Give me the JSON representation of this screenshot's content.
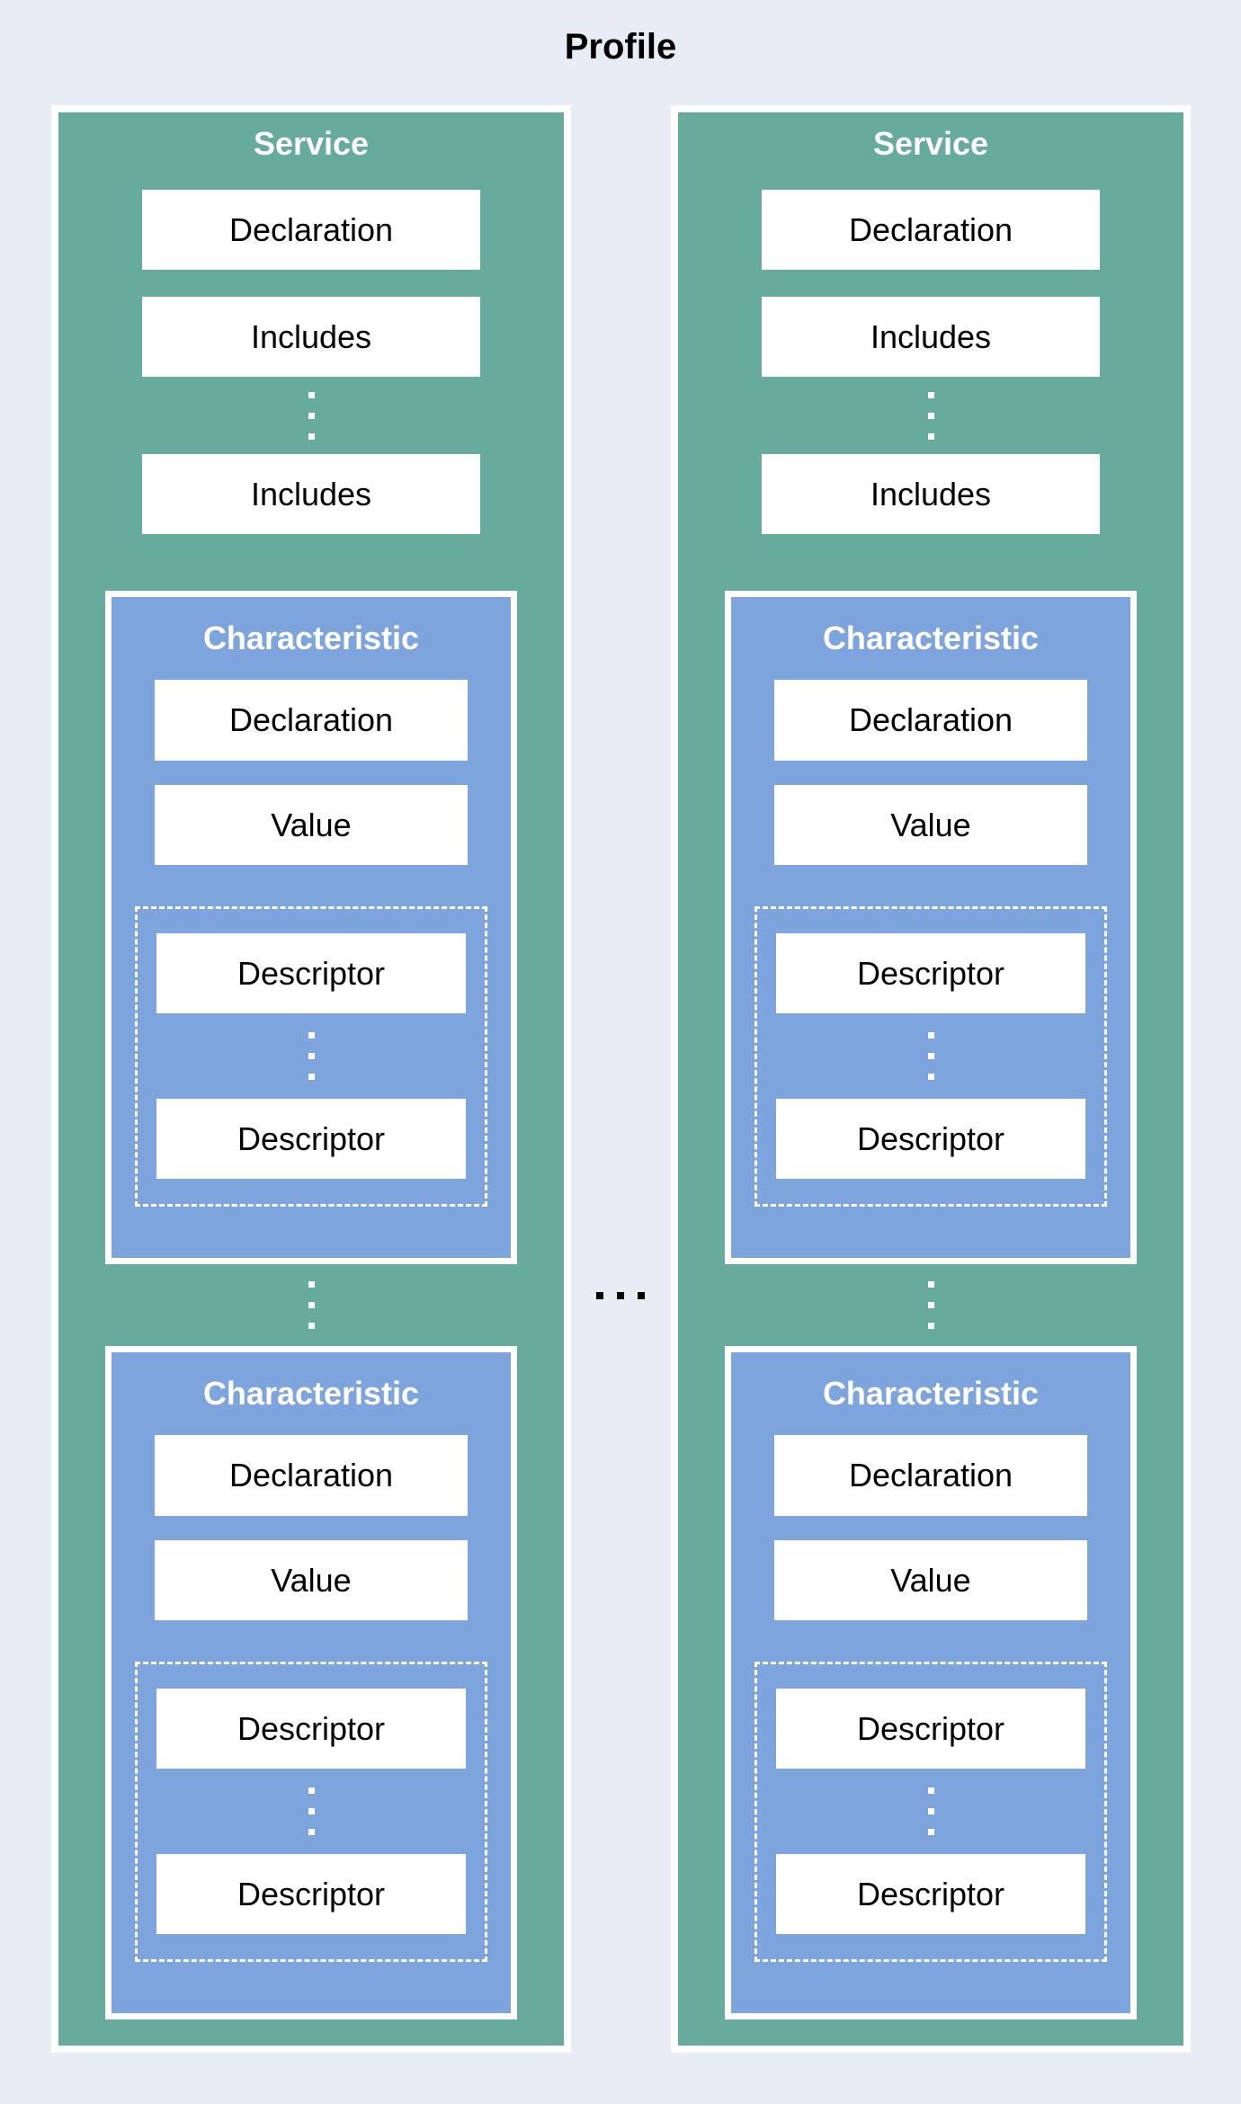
{
  "title": "Profile",
  "colors": {
    "background": "#e8edf5",
    "service_fill": "#67ab9d",
    "characteristic_fill": "#7da4dc",
    "box_fill": "#ffffff",
    "header_text": "#ffffff",
    "title_color": "#000000"
  },
  "services": [
    {
      "header": "Service",
      "declaration": "Declaration",
      "includes": [
        "Includes",
        "Includes"
      ],
      "characteristics": [
        {
          "header": "Characteristic",
          "declaration": "Declaration",
          "value": "Value",
          "descriptors": [
            "Descriptor",
            "Descriptor"
          ]
        },
        {
          "header": "Characteristic",
          "declaration": "Declaration",
          "value": "Value",
          "descriptors": [
            "Descriptor",
            "Descriptor"
          ]
        }
      ]
    },
    {
      "header": "Service",
      "declaration": "Declaration",
      "includes": [
        "Includes",
        "Includes"
      ],
      "characteristics": [
        {
          "header": "Characteristic",
          "declaration": "Declaration",
          "value": "Value",
          "descriptors": [
            "Descriptor",
            "Descriptor"
          ]
        },
        {
          "header": "Characteristic",
          "declaration": "Declaration",
          "value": "Value",
          "descriptors": [
            "Descriptor",
            "Descriptor"
          ]
        }
      ]
    }
  ]
}
